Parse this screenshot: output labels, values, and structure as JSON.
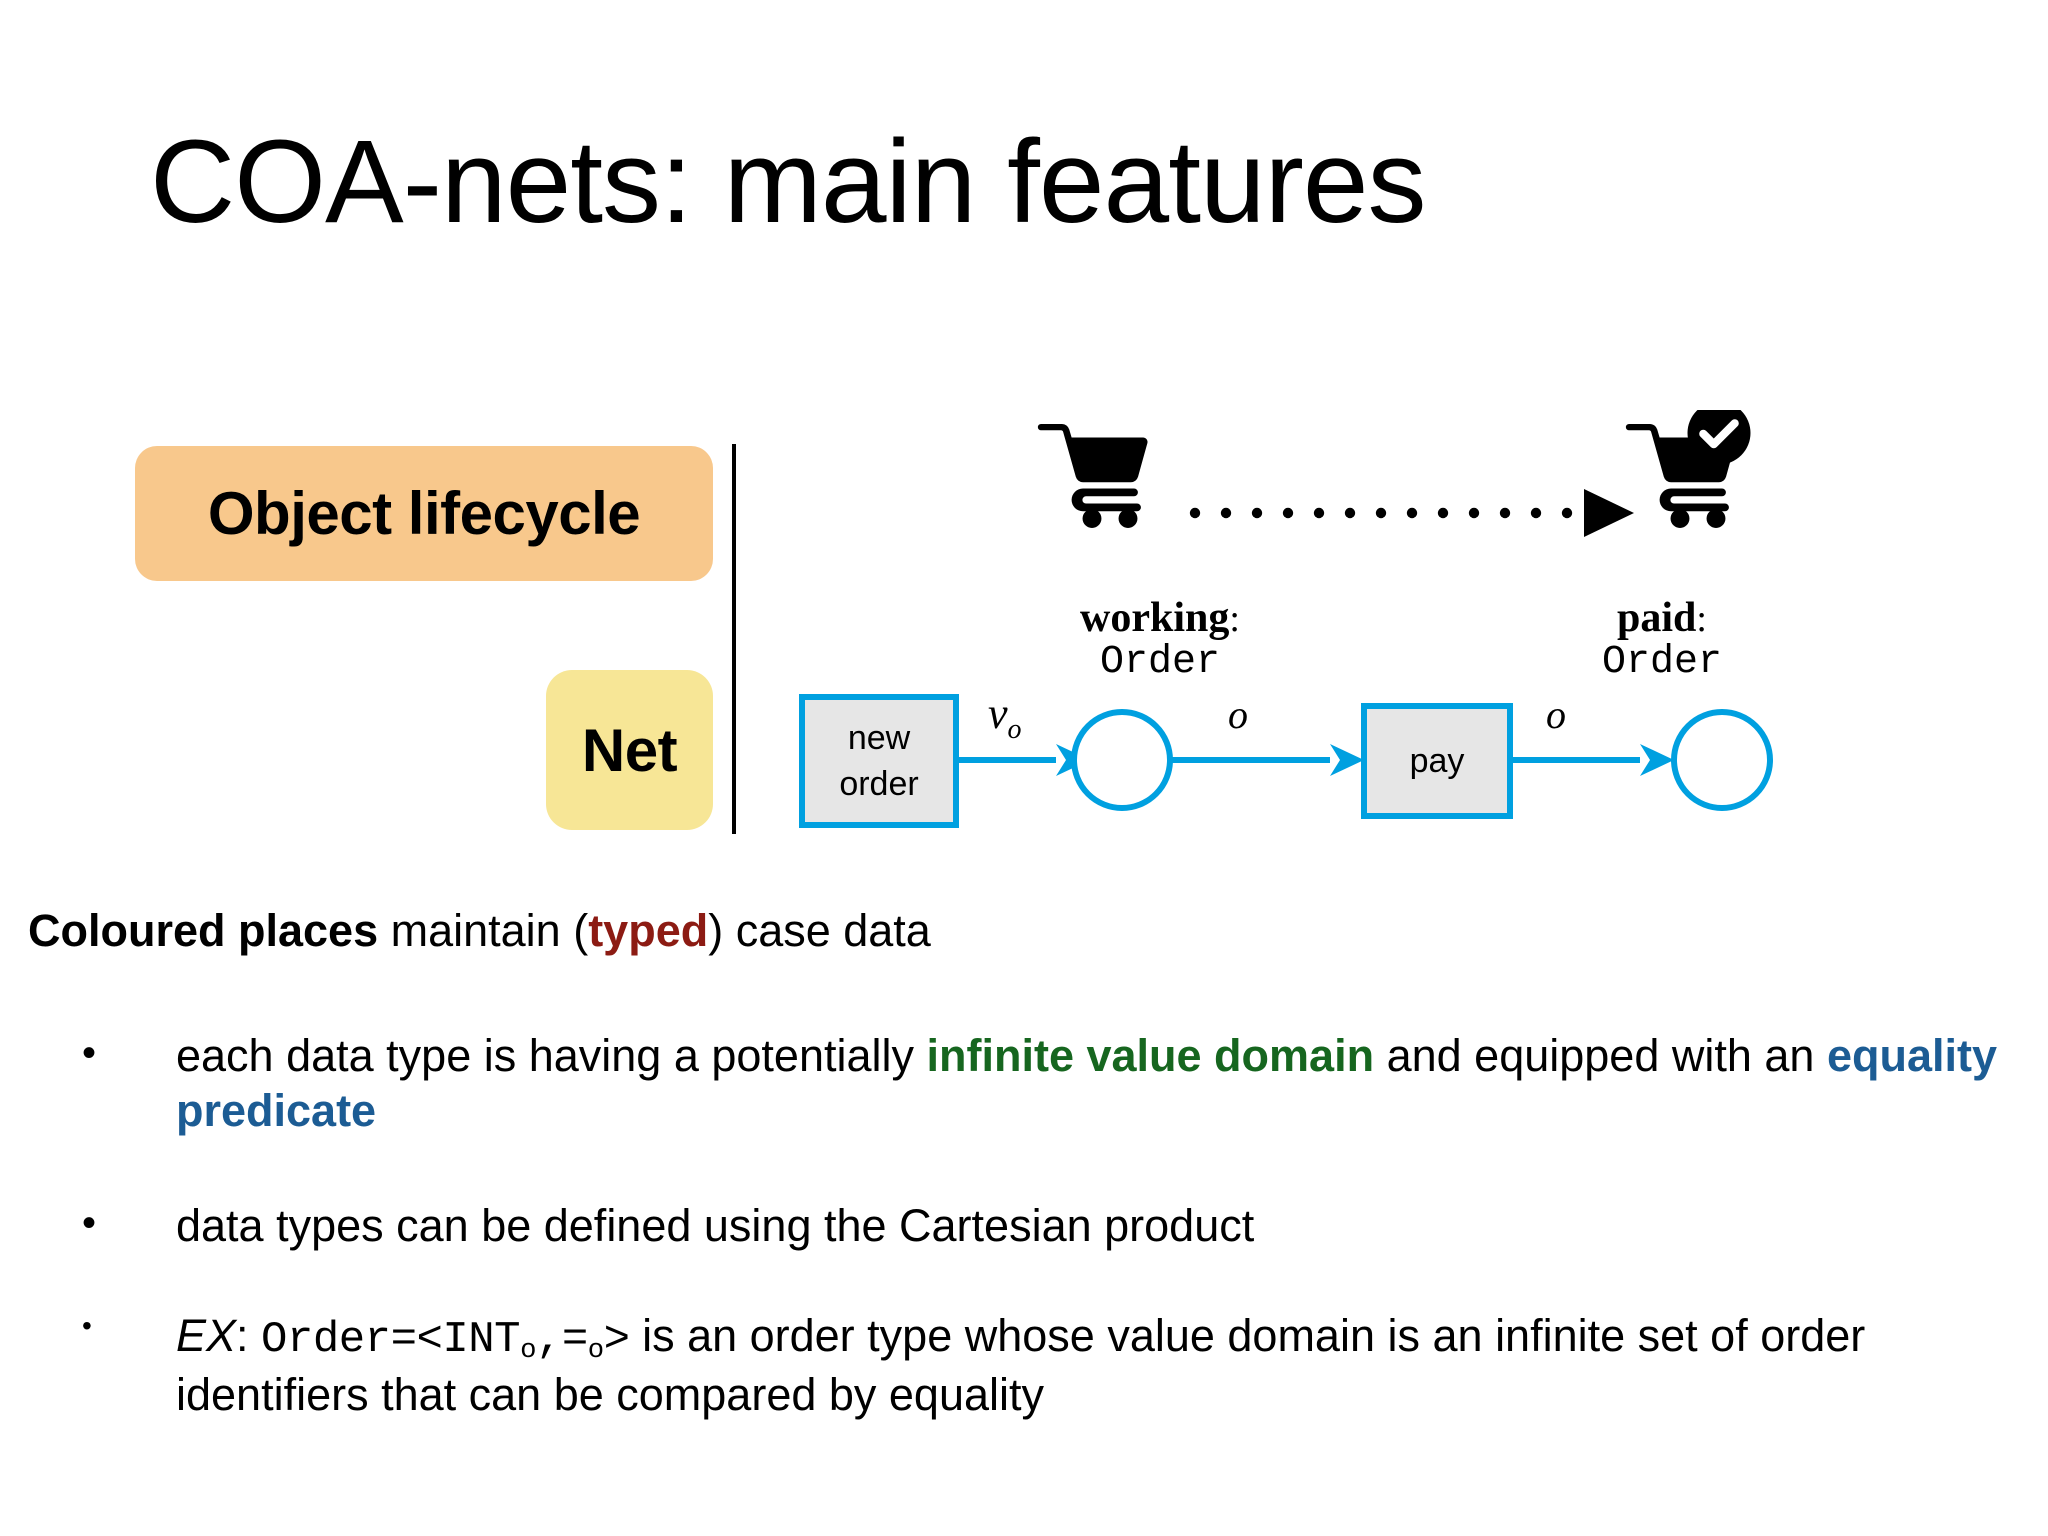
{
  "slide": {
    "title": "COA-nets: main features"
  },
  "badges": [
    {
      "key": "object-lifecycle",
      "label": "Object lifecycle",
      "color": "#f8c88c"
    },
    {
      "key": "net",
      "label": "Net",
      "color": "#f7e696"
    }
  ],
  "diagram": {
    "accent_color": "#00a0e0",
    "box_fill": "#e6e6e6",
    "icons": {
      "start_cart": "shopping-cart-icon",
      "end_cart": "shopping-cart-checked-icon",
      "transition_arrow": "dotted-arrow-icon"
    },
    "lifecycle_states": [
      {
        "name": "working",
        "colon": ":",
        "type": "Order"
      },
      {
        "name": "paid",
        "colon": ":",
        "type": "Order"
      }
    ],
    "net": {
      "transitions": [
        {
          "id": "new-order",
          "line1": "new",
          "line2": "order"
        },
        {
          "id": "pay",
          "line1": "pay",
          "line2": ""
        }
      ],
      "places": [
        {
          "id": "place-working"
        },
        {
          "id": "place-paid"
        }
      ],
      "arc_labels": [
        {
          "id": "arc-new-order",
          "base": "ν",
          "sub": "o"
        },
        {
          "id": "arc-working-pay",
          "base": "o",
          "sub": ""
        },
        {
          "id": "arc-pay-paid",
          "base": "o",
          "sub": ""
        }
      ]
    }
  },
  "body": {
    "lead": {
      "bold_start": "Coloured places",
      "mid": " maintain (",
      "emphasis": "typed",
      "end": ") case data",
      "emphasis_color": "#8c1b13"
    },
    "bullets": [
      {
        "id": "bullet-infinite-domain",
        "marker": "•",
        "segments": [
          {
            "text": "each data type is having a potentially ",
            "style": "normal"
          },
          {
            "text": "infinite value domain",
            "style": "green-bold"
          },
          {
            "text": " and equipped with an ",
            "style": "normal"
          },
          {
            "text": "equality predicate",
            "style": "blue-bold"
          }
        ],
        "line1_plain": "each data type is having a potentially ",
        "line1_green": "infinite value domain",
        "line1_tail": " and",
        "line2_plain": "equipped with an ",
        "line2_blue": "equality predicate"
      },
      {
        "id": "bullet-cartesian",
        "marker": "•",
        "text": "data types can be defined using the Cartesian product"
      },
      {
        "id": "bullet-example",
        "marker": "•",
        "prefix_italic": "EX",
        "prefix_colon": ": ",
        "code_parts": [
          {
            "base": "Order=<INT",
            "sub": "o"
          },
          {
            "base": ",=",
            "sub": "o"
          },
          {
            "base": ">",
            "sub": ""
          }
        ],
        "line1_tail": " is an order type whose value domain is an",
        "line2": "infinite set of order identifiers that can be compared by equality"
      }
    ]
  },
  "colors": {
    "accent_blue": "#00a0e0",
    "green": "#16661f",
    "blue": "#1c5c94",
    "dark_red": "#8c1b13",
    "orange_badge": "#f8c88c",
    "yellow_badge": "#f7e696",
    "box_fill": "#e6e6e6"
  }
}
